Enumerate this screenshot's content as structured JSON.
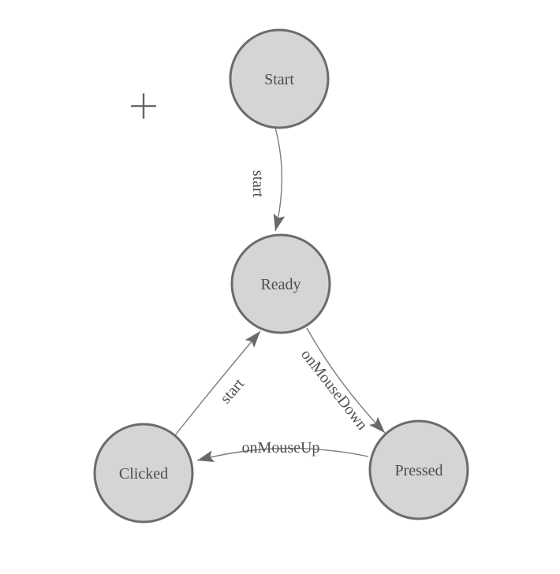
{
  "diagram": {
    "type": "state-machine",
    "nodes": [
      {
        "id": "start",
        "label": "Start"
      },
      {
        "id": "ready",
        "label": "Ready"
      },
      {
        "id": "clicked",
        "label": "Clicked"
      },
      {
        "id": "pressed",
        "label": "Pressed"
      }
    ],
    "edges": [
      {
        "id": "start-to-ready",
        "from": "Start",
        "to": "Ready",
        "label": "start"
      },
      {
        "id": "ready-to-pressed",
        "from": "Ready",
        "to": "Pressed",
        "label": "onMouseDown"
      },
      {
        "id": "pressed-to-clicked",
        "from": "Pressed",
        "to": "Clicked",
        "label": "onMouseUp"
      },
      {
        "id": "clicked-to-ready",
        "from": "Clicked",
        "to": "Ready",
        "label": "start"
      }
    ]
  },
  "cursor": {
    "type": "plus-crosshair"
  },
  "colors": {
    "background": "#ffffff",
    "node_fill": "#d5d5d5",
    "node_border": "#6b6b6b",
    "node_text": "#4d4d4d",
    "edge_line": "#7d7d7d",
    "edge_label_text": "#4f4f4f",
    "arrowhead": "#696969",
    "crosshair": "#666666"
  }
}
